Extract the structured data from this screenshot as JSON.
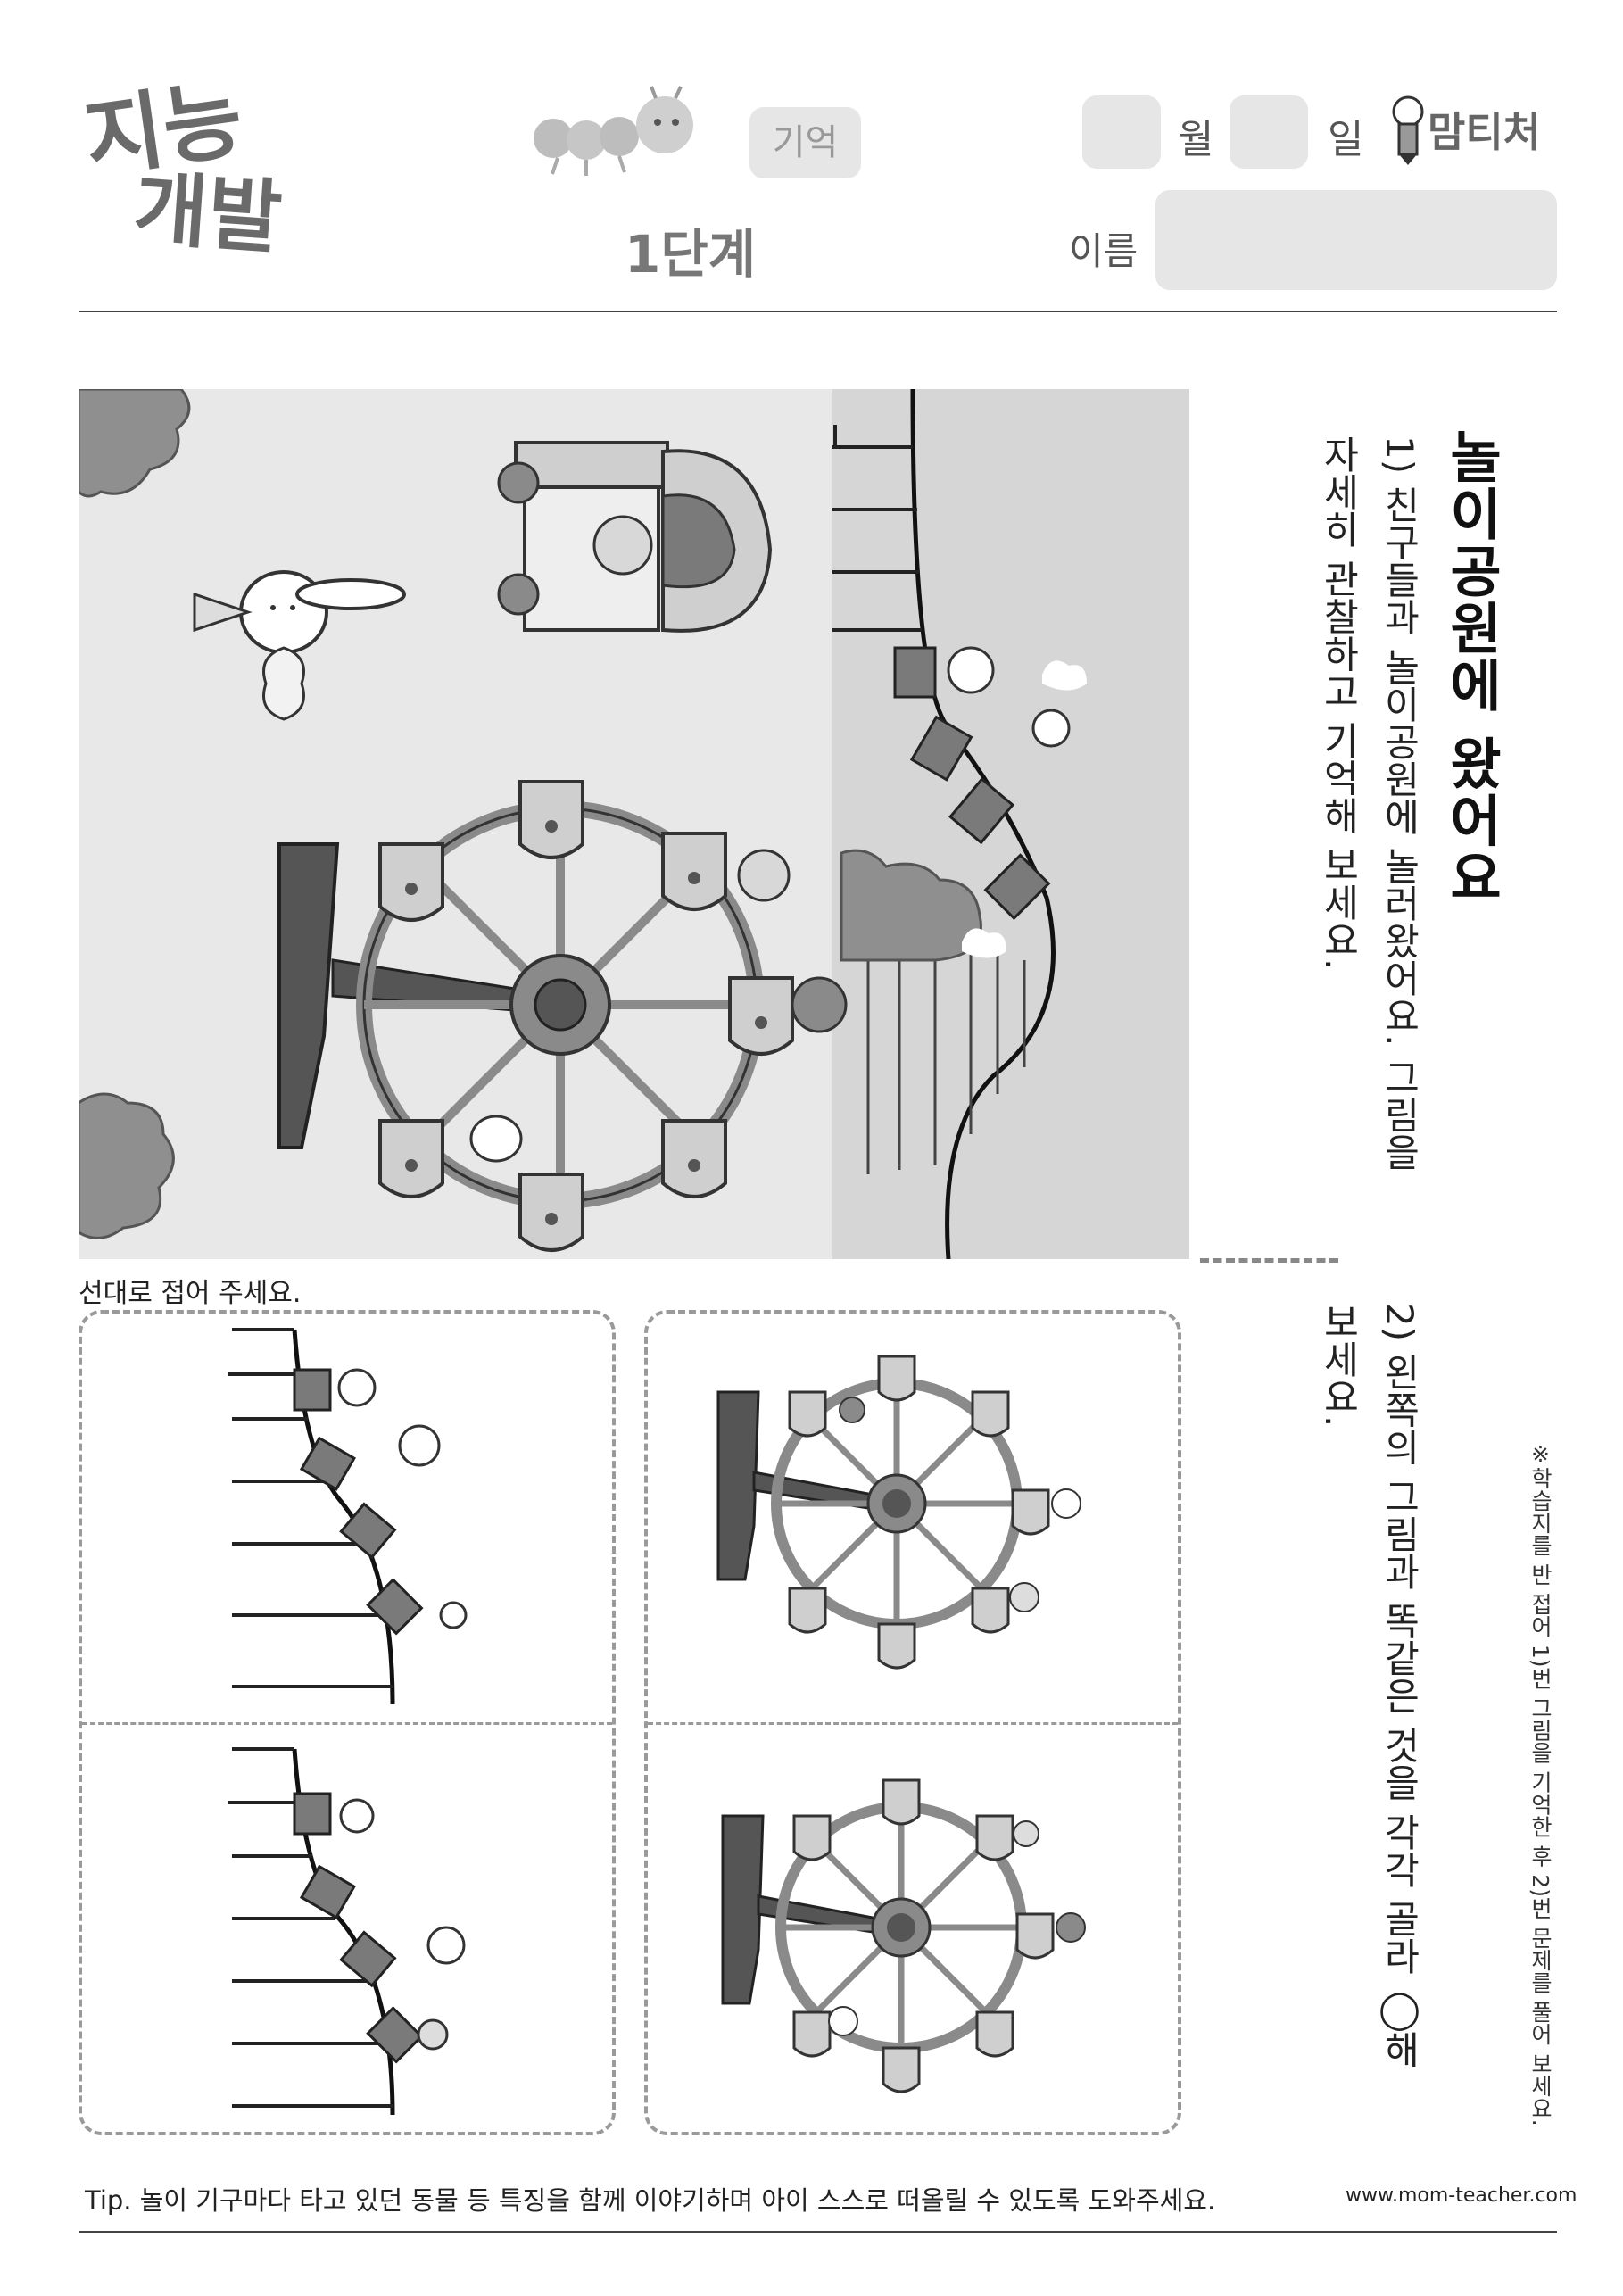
{
  "header": {
    "logo_line1": "지능",
    "logo_line2": "개발",
    "category": "기억",
    "level": "1단계",
    "month_label": "월",
    "day_label": "일",
    "name_label": "이름",
    "brand": "맘티처"
  },
  "main": {
    "title": "놀이공원에 왔어요",
    "q1_line1": "1) 친구들과 놀이공원에 놀러왔어요. 그림을",
    "q1_line2": "자세히 관찰하고 기억해 보세요.",
    "q2_line1": "2) 왼쪽의 그림과 똑같은 것을 각각 골라 ◯해",
    "q2_line2": "보세요.",
    "side_note": "※학습지를 반 접어 1)번 그림을 기억한 후 2)번 문제를 풀어 보세요.",
    "fold_label": "선대로 접어 주세요."
  },
  "footer": {
    "tip": "Tip. 놀이 기구마다 타고 있던 동물 등 특징을 함께 이야기하며 아이 스스로 떠올릴 수 있도록 도와주세요.",
    "url": "www.mom-teacher.com"
  },
  "colors": {
    "panel_left": "#e8e8e8",
    "panel_right": "#d6d6d6",
    "dark": "#555555",
    "mid": "#8a8a8a",
    "light": "#c9c9c9"
  }
}
